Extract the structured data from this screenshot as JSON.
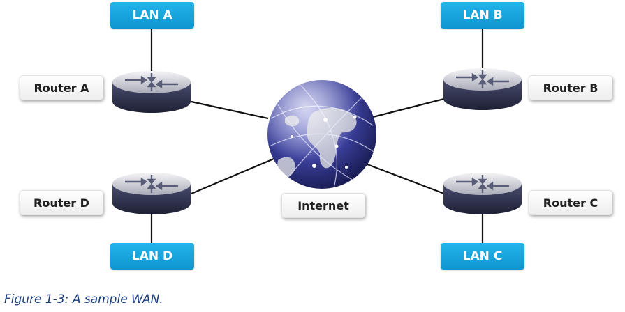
{
  "lans": {
    "a": "LAN A",
    "b": "LAN B",
    "c": "LAN C",
    "d": "LAN D"
  },
  "routers": {
    "a": "Router A",
    "b": "Router B",
    "c": "Router C",
    "d": "Router D"
  },
  "internet": {
    "label": "Internet"
  },
  "caption": "Figure 1-3: A sample WAN.",
  "colors": {
    "lan_fill": "#1aa7df",
    "router_body": "#3a3d5c",
    "globe_ocean": "#3b3f9a",
    "caption_text": "#1a3d7c"
  }
}
